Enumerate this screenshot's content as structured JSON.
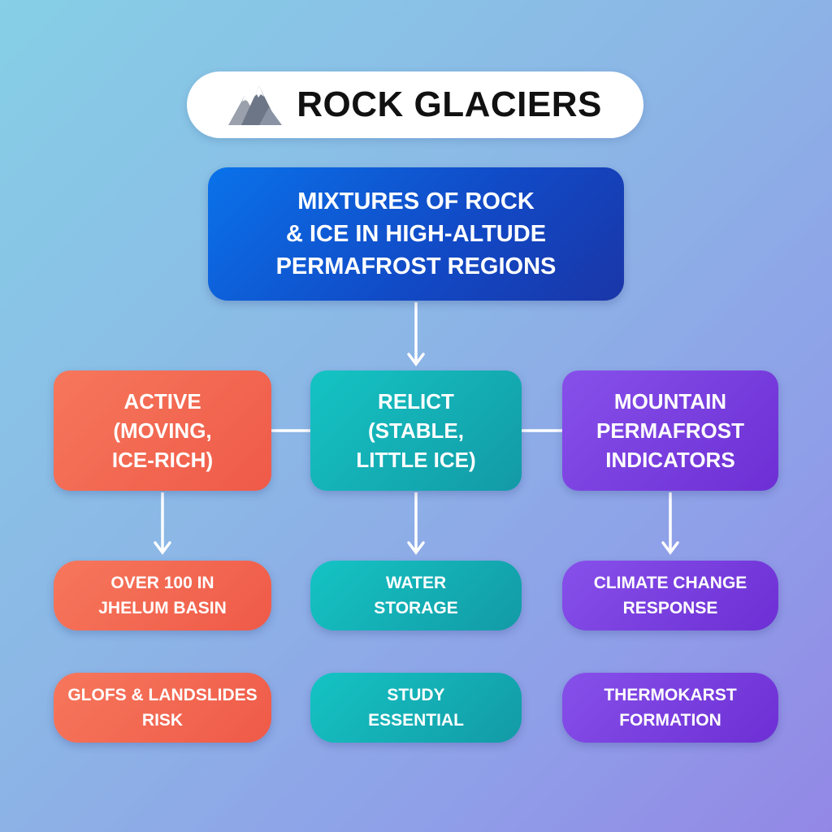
{
  "title": {
    "text": "ROCK GLACIERS",
    "icon": "mountain-icon"
  },
  "top_node": {
    "text": "MIXTURES OF ROCK\n& ICE IN HIGH-ALTUDE\nPERMAFROST REGIONS"
  },
  "categories": [
    {
      "label": "ACTIVE\n(MOVING,\nICE-RICH)",
      "color": "#f0604c",
      "items": [
        "OVER 100 IN\nJHELUM BASIN",
        "GLOFS & LANDSLIDES\nRISK"
      ]
    },
    {
      "label": "RELICT\n(STABLE,\nLITTLE ICE)",
      "color": "#14aab2",
      "items": [
        "WATER\nSTORAGE",
        "STUDY\nESSENTIAL"
      ]
    },
    {
      "label": "MOUNTAIN\nPERMAFROST\nINDICATORS",
      "color": "#7a3ee0",
      "items": [
        "CLIMATE CHANGE\nRESPONSE",
        "THERMOKARST\nFORMATION"
      ]
    }
  ]
}
